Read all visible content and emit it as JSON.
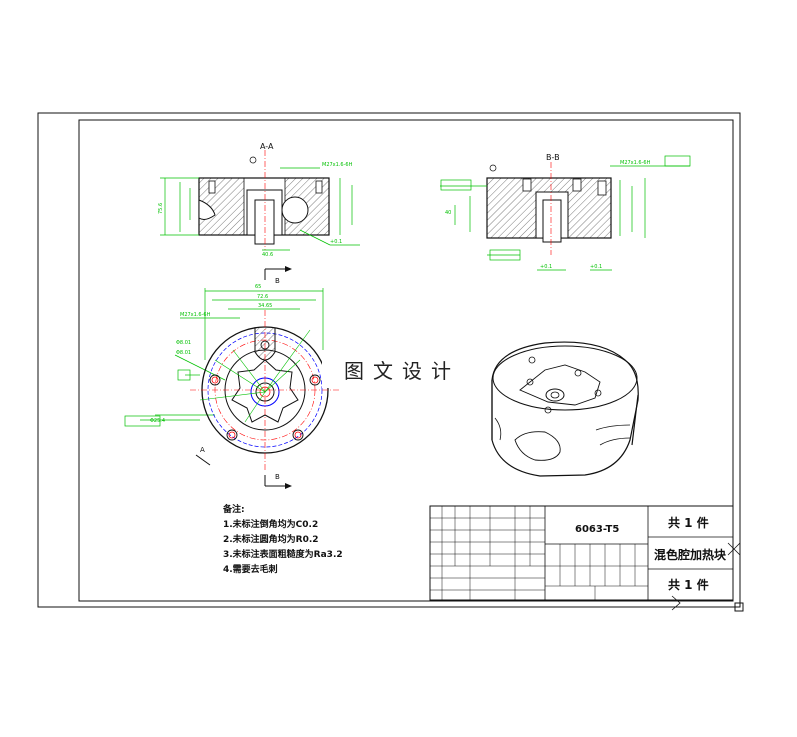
{
  "views": {
    "section_a_label": "A-A",
    "section_b_label": "B-B",
    "cut_marker_a": "A",
    "cut_marker_b": "B"
  },
  "notes": {
    "title": "备注:",
    "items": [
      "1.未标注倒角均为C0.2",
      "2.未标注圆角均为R0.2",
      "3.未标注表面粗糙度为Ra3.2",
      "4.需要去毛刺"
    ]
  },
  "watermark": "图文设计",
  "title_block": {
    "material": "6063-T5",
    "count_top": "共 1 件",
    "part_name": "混色腔加热块",
    "count_bottom": "共 1 件"
  },
  "colors": {
    "dimension": "#00c000",
    "outline": "#111111",
    "centerline": "#ff0000",
    "hidden": "#0000ff",
    "hatch": "#222222"
  }
}
